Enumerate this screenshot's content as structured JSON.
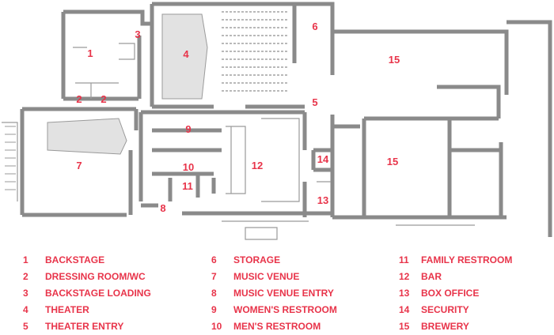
{
  "colors": {
    "wall": "#8a8a8a",
    "label": "#e8344a",
    "stage": "#e2e2e2",
    "seat": "#b9b9b9",
    "line": "#9a9a9a"
  },
  "rooms": [
    {
      "num": "1"
    },
    {
      "num": "2"
    },
    {
      "num": "2"
    },
    {
      "num": "3"
    },
    {
      "num": "4"
    },
    {
      "num": "5"
    },
    {
      "num": "6"
    },
    {
      "num": "7"
    },
    {
      "num": "8"
    },
    {
      "num": "9"
    },
    {
      "num": "10"
    },
    {
      "num": "11"
    },
    {
      "num": "12"
    },
    {
      "num": "13"
    },
    {
      "num": "14"
    },
    {
      "num": "15"
    },
    {
      "num": "15"
    }
  ],
  "legend": [
    {
      "num": "1",
      "label": "BACKSTAGE"
    },
    {
      "num": "2",
      "label": "DRESSING ROOM/WC"
    },
    {
      "num": "3",
      "label": "BACKSTAGE LOADING"
    },
    {
      "num": "4",
      "label": "THEATER"
    },
    {
      "num": "5",
      "label": "THEATER ENTRY"
    },
    {
      "num": "6",
      "label": "STORAGE"
    },
    {
      "num": "7",
      "label": "MUSIC VENUE"
    },
    {
      "num": "8",
      "label": "MUSIC VENUE ENTRY"
    },
    {
      "num": "9",
      "label": "WOMEN'S RESTROOM"
    },
    {
      "num": "10",
      "label": "MEN'S RESTROOM"
    },
    {
      "num": "11",
      "label": "FAMILY RESTROOM"
    },
    {
      "num": "12",
      "label": "BAR"
    },
    {
      "num": "13",
      "label": "BOX OFFICE"
    },
    {
      "num": "14",
      "label": "SECURITY"
    },
    {
      "num": "15",
      "label": "BREWERY"
    }
  ]
}
